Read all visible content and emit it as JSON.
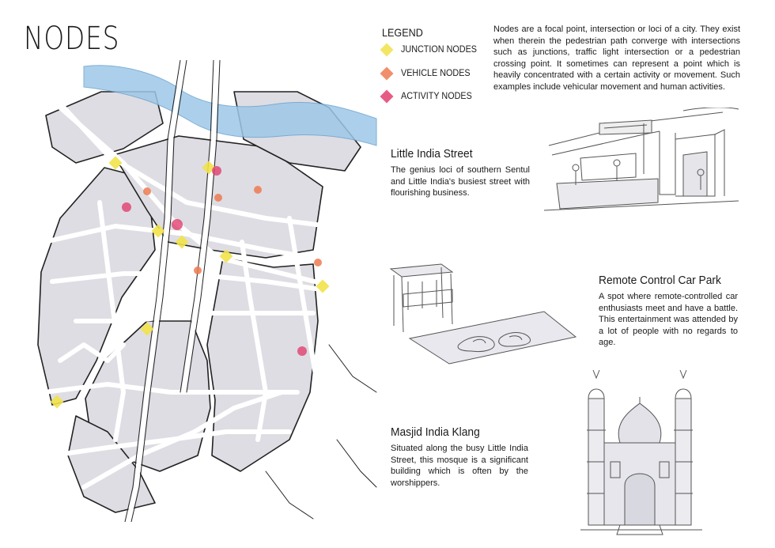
{
  "page": {
    "title": "NODES"
  },
  "legend": {
    "title": "LEGEND",
    "items": [
      {
        "label": "JUNCTION NODES",
        "color": "#f2e24a"
      },
      {
        "label": "VEHICLE NODES",
        "color": "#ee7b52"
      },
      {
        "label": "ACTIVITY NODES",
        "color": "#e2406e"
      }
    ]
  },
  "intro": {
    "text": "Nodes are a focal point, intersection or loci of a city. They exist when therein the pedestrian path converge  with intersections such as junctions, traffic light intersection or a pedestrian  crossing point. It sometimes can represent a point which is heavily concentrated with a certain activity or movement.  Such examples include vehicular movement and human activities."
  },
  "sites": [
    {
      "title": "Little India Street",
      "description": "The genius loci of southern Sentul and Little India's busiest street with flourishing business."
    },
    {
      "title": "Remote Control Car Park",
      "description": "A spot where remote-controlled car enthusiasts meet and have a battle. This entertainment was attended by a lot of people with no regards to age."
    },
    {
      "title": "Masjid India Klang",
      "description": "Situated along the busy Little India Street, this mosque is a significant building which is often by the worshippers."
    }
  ],
  "map": {
    "colors": {
      "block": "#dedde3",
      "road": "#ffffff",
      "river": "#9ec8e8"
    }
  }
}
